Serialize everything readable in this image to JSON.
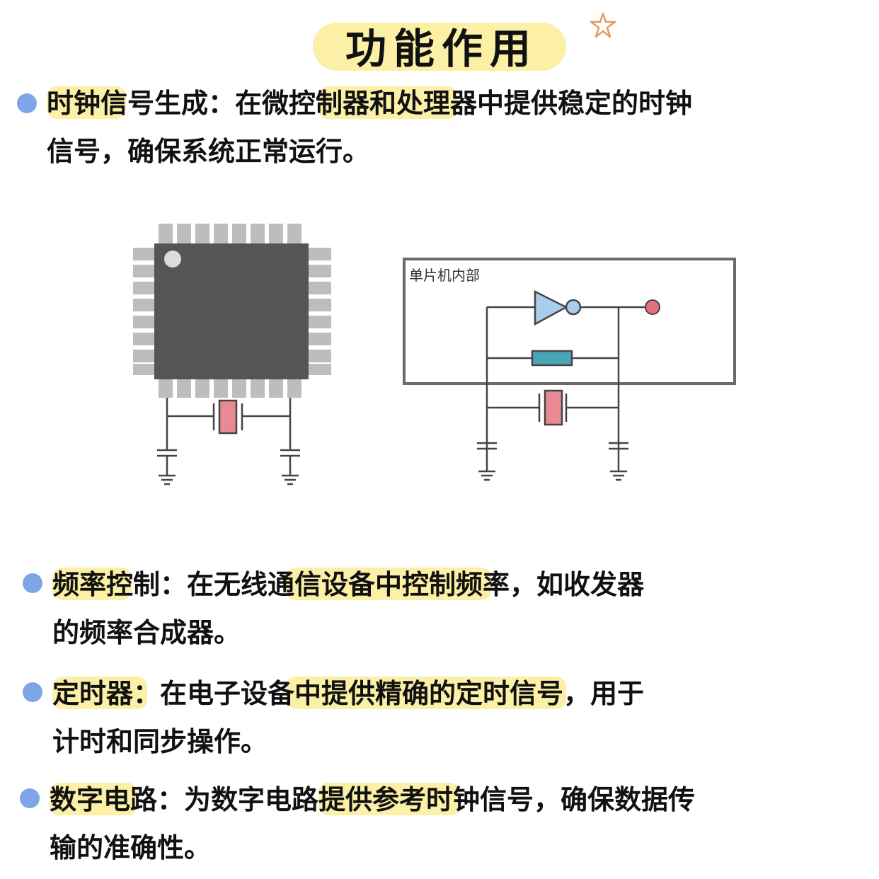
{
  "title": "功能作用",
  "diagram": {
    "mcu_label": "单片机内部"
  },
  "items": [
    {
      "line1": "时钟信号生成：在微控制器和处理器中提供稳定的时钟",
      "line2": "信号，确保系统正常运行。"
    },
    {
      "line1": "频率控制：在无线通信设备中控制频率，如收发器",
      "line2": "的频率合成器。"
    },
    {
      "line1": "定时器：在电子设备中提供精确的定时信号，用于",
      "line2": "计时和同步操作。"
    },
    {
      "line1": "数字电路：为数字电路提供参考时钟信号，确保数据传",
      "line2": "输的准确性。"
    }
  ],
  "colors": {
    "highlight": "#fbf0a6",
    "bullet": "#7ea6e6",
    "chip_body": "#555555",
    "chip_pin": "#bdbdbd",
    "crystal": "#e88a93",
    "resistor": "#4aa6b5",
    "inverter": "#a9cdea",
    "output_node": "#e8707a"
  }
}
